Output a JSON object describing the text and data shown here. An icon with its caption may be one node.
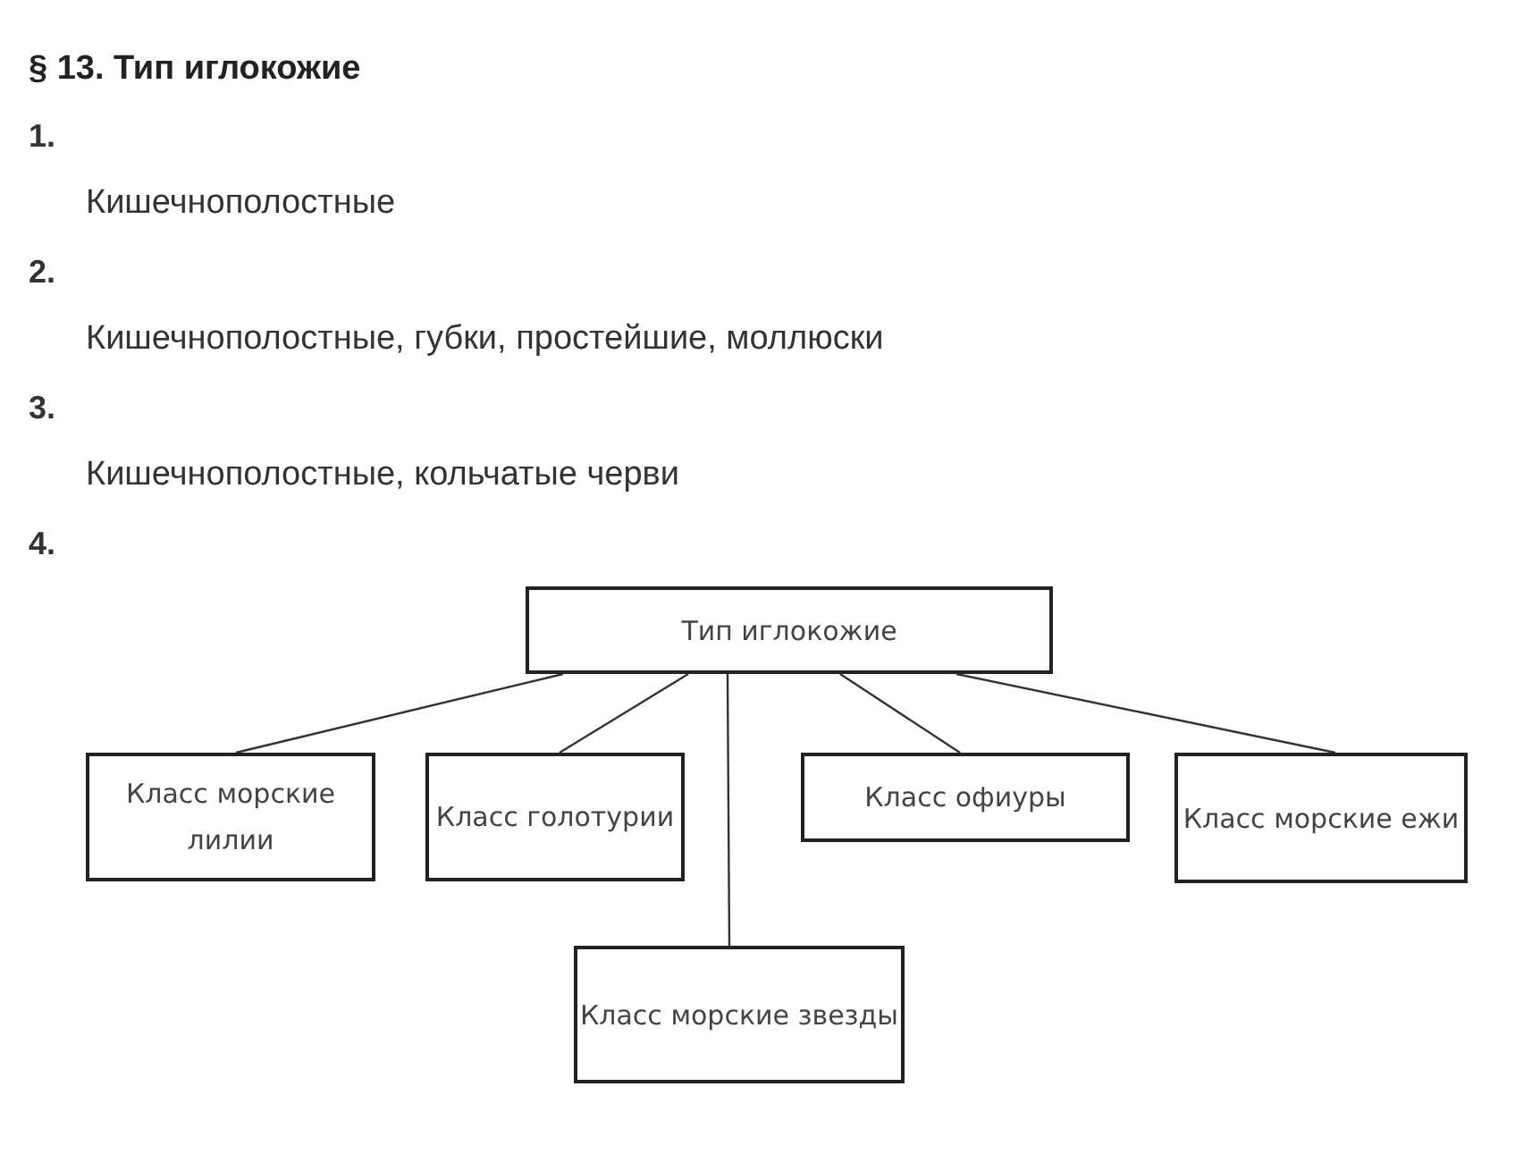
{
  "diagram": {
    "title": "§ 13. Тип иглокожие",
    "nodes": [
      {
        "text": [
          "Тип иглокожие"
        ]
      },
      {
        "text": [
          "Класс морские лилии"
        ]
      },
      {
        "text": [
          "Класс голотурии"
        ]
      },
      {
        "text": [
          "Класс офиуры"
        ]
      },
      {
        "text": [
          "Класс морские ежи"
        ]
      },
      {
        "text": [
          "Класс морские звезды"
        ]
      }
    ],
    "edges": [
      {
        "from": 0,
        "to": 1,
        "arrow": "none"
      },
      {
        "from": 0,
        "to": 2,
        "arrow": "none"
      },
      {
        "from": 0,
        "to": 5,
        "arrow": "none"
      },
      {
        "from": 0,
        "to": 3,
        "arrow": "none"
      },
      {
        "from": 0,
        "to": 4,
        "arrow": "none"
      }
    ],
    "labels": [
      "1.",
      "Кишечнополостные",
      "2.",
      "Кишечнополостные, губки, простейшие, моллюски",
      "3.",
      "Кишечнополостные, кольчатые черви",
      "4."
    ]
  }
}
